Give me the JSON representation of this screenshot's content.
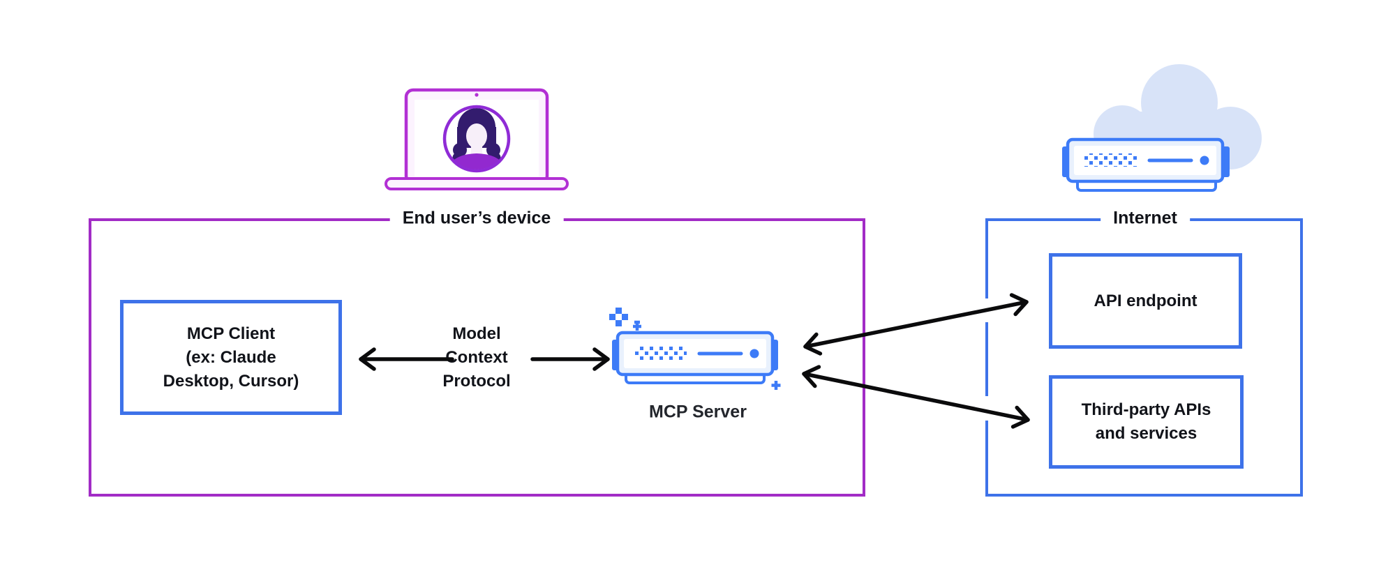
{
  "diagram": {
    "device": {
      "label": "End user’s device",
      "client": "MCP Client\n(ex: Claude\nDesktop, Cursor)",
      "protocol": "Model\nContext\nProtocol",
      "server_label": "MCP Server"
    },
    "internet": {
      "label": "Internet",
      "api": "API endpoint",
      "third_party": "Third-party APIs\nand services"
    },
    "icons": {
      "laptop": "laptop-with-user-avatar",
      "mcp_server": "blue-server-unit-with-sparkles",
      "internet_server": "blue-server-unit-with-cloud"
    },
    "colors": {
      "purple_outline": "#A22CC6",
      "laptop_purple": "#B230D4",
      "avatar_ring_purple": "#8F2BD6",
      "hair_purple": "#331C6E",
      "shirt_purple": "#9229CF",
      "blue_outline": "#3E72E9",
      "icon_blue": "#3D7BF7",
      "icon_blue_fill": "#E9F1FD",
      "cloud_blue": "#D8E3F8",
      "text_dark": "#111319",
      "arrow_black": "#0B0B0C"
    }
  }
}
